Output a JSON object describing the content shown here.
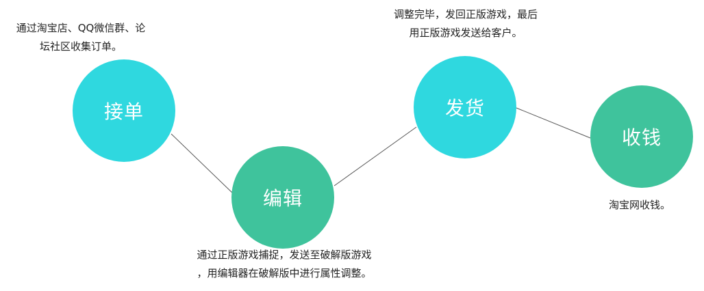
{
  "colors": {
    "cyan": "#2fd8df",
    "green": "#3fc39c",
    "connector": "#555555",
    "text": "#222222",
    "background": "#ffffff"
  },
  "nodes": {
    "jiedan": {
      "label": "接单",
      "color": "#2fd8df"
    },
    "bianji": {
      "label": "编辑",
      "color": "#3fc39c"
    },
    "fahuo": {
      "label": "发货",
      "color": "#2fd8df"
    },
    "shouqian": {
      "label": "收钱",
      "color": "#3fc39c"
    }
  },
  "notes": {
    "jiedan": {
      "line1": "通过淘宝店、QQ微信群、论",
      "line2": "坛社区收集订单。"
    },
    "bianji": {
      "line1": "通过正版游戏捕捉，发送至破解版游戏",
      "line2": "，用编辑器在破解版中进行属性调整。"
    },
    "fahuo": {
      "line1": "调整完毕，发回正版游戏，最后",
      "line2": "用正版游戏发送给客户。"
    },
    "shouqian": {
      "line1": "淘宝网收钱。"
    }
  }
}
